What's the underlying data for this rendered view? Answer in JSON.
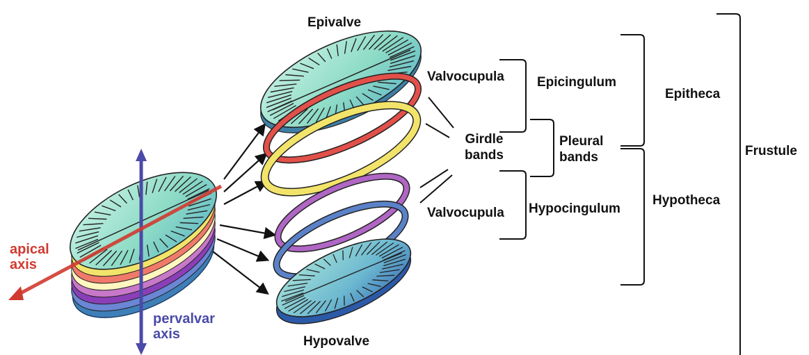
{
  "labels": {
    "epivalve": "Epivalve",
    "hypovalve": "Hypovalve",
    "valvocupula_top": "Valvocupula",
    "valvocupula_bottom": "Valvocupula",
    "girdle_bands": [
      "Girdle",
      "bands"
    ],
    "epicingulum": "Epicingulum",
    "pleural_bands": [
      "Pleural",
      "bands"
    ],
    "hypocingulum": "Hypocingulum",
    "epitheca": "Epitheca",
    "hypotheca": "Hypotheca",
    "frustule": "Frustule",
    "apical_axis": [
      "apical",
      "axis"
    ],
    "pervalvar_axis": [
      "pervalvar",
      "axis"
    ]
  },
  "colors": {
    "apical_axis": "#d03a30",
    "pervalvar_axis": "#4a4aa8",
    "valve_fill": "#9fe3d0",
    "valve_dark": "#2f6e8a",
    "band_red": "#e2504a",
    "band_yellow": "#f2e46a",
    "band_purple": "#b066c4",
    "band_blue": "#5b82c8",
    "text": "#111111"
  }
}
